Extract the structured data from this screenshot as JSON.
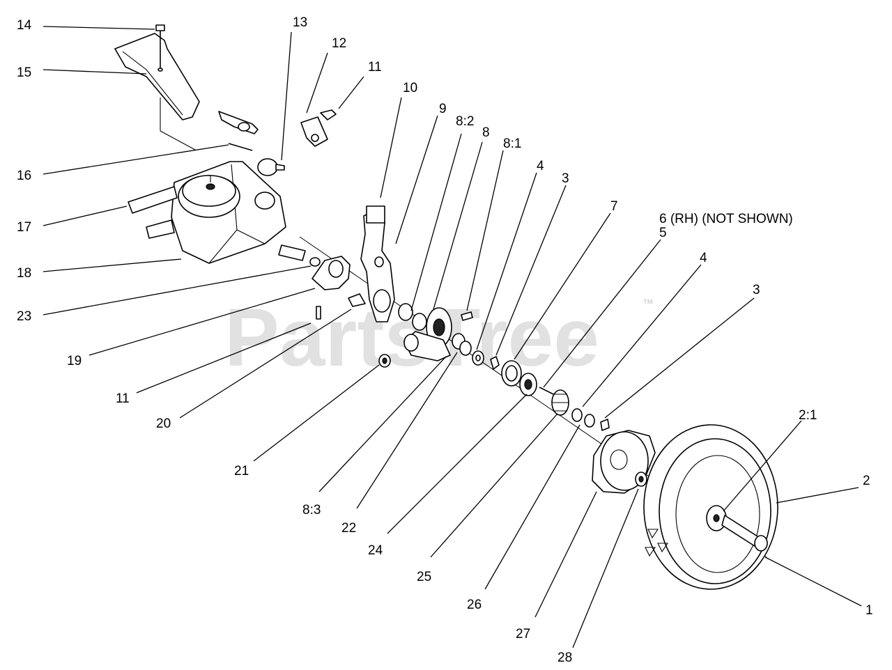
{
  "watermark": {
    "text": "PartsTree",
    "trademark": "™"
  },
  "callouts": [
    {
      "id": "c14",
      "text": "14"
    },
    {
      "id": "c15",
      "text": "15"
    },
    {
      "id": "c13",
      "text": "13"
    },
    {
      "id": "c12",
      "text": "12"
    },
    {
      "id": "c11a",
      "text": "11"
    },
    {
      "id": "c10",
      "text": "10"
    },
    {
      "id": "c9",
      "text": "9"
    },
    {
      "id": "c8_2",
      "text": "8:2"
    },
    {
      "id": "c8",
      "text": "8"
    },
    {
      "id": "c8_1",
      "text": "8:1"
    },
    {
      "id": "c4a",
      "text": "4"
    },
    {
      "id": "c3a",
      "text": "3"
    },
    {
      "id": "c7",
      "text": "7"
    },
    {
      "id": "c6",
      "text": "6 (RH) (NOT SHOWN)"
    },
    {
      "id": "c5",
      "text": "5"
    },
    {
      "id": "c4b",
      "text": "4"
    },
    {
      "id": "c3b",
      "text": "3"
    },
    {
      "id": "c16",
      "text": "16"
    },
    {
      "id": "c17",
      "text": "17"
    },
    {
      "id": "c18",
      "text": "18"
    },
    {
      "id": "c23",
      "text": "23"
    },
    {
      "id": "c19",
      "text": "19"
    },
    {
      "id": "c11b",
      "text": "11"
    },
    {
      "id": "c20",
      "text": "20"
    },
    {
      "id": "c21",
      "text": "21"
    },
    {
      "id": "c8_3",
      "text": "8:3"
    },
    {
      "id": "c22",
      "text": "22"
    },
    {
      "id": "c24",
      "text": "24"
    },
    {
      "id": "c25",
      "text": "25"
    },
    {
      "id": "c26",
      "text": "26"
    },
    {
      "id": "c27",
      "text": "27"
    },
    {
      "id": "c28",
      "text": "28"
    },
    {
      "id": "c2_1",
      "text": "2:1"
    },
    {
      "id": "c2",
      "text": "2"
    },
    {
      "id": "c1",
      "text": "1"
    }
  ]
}
